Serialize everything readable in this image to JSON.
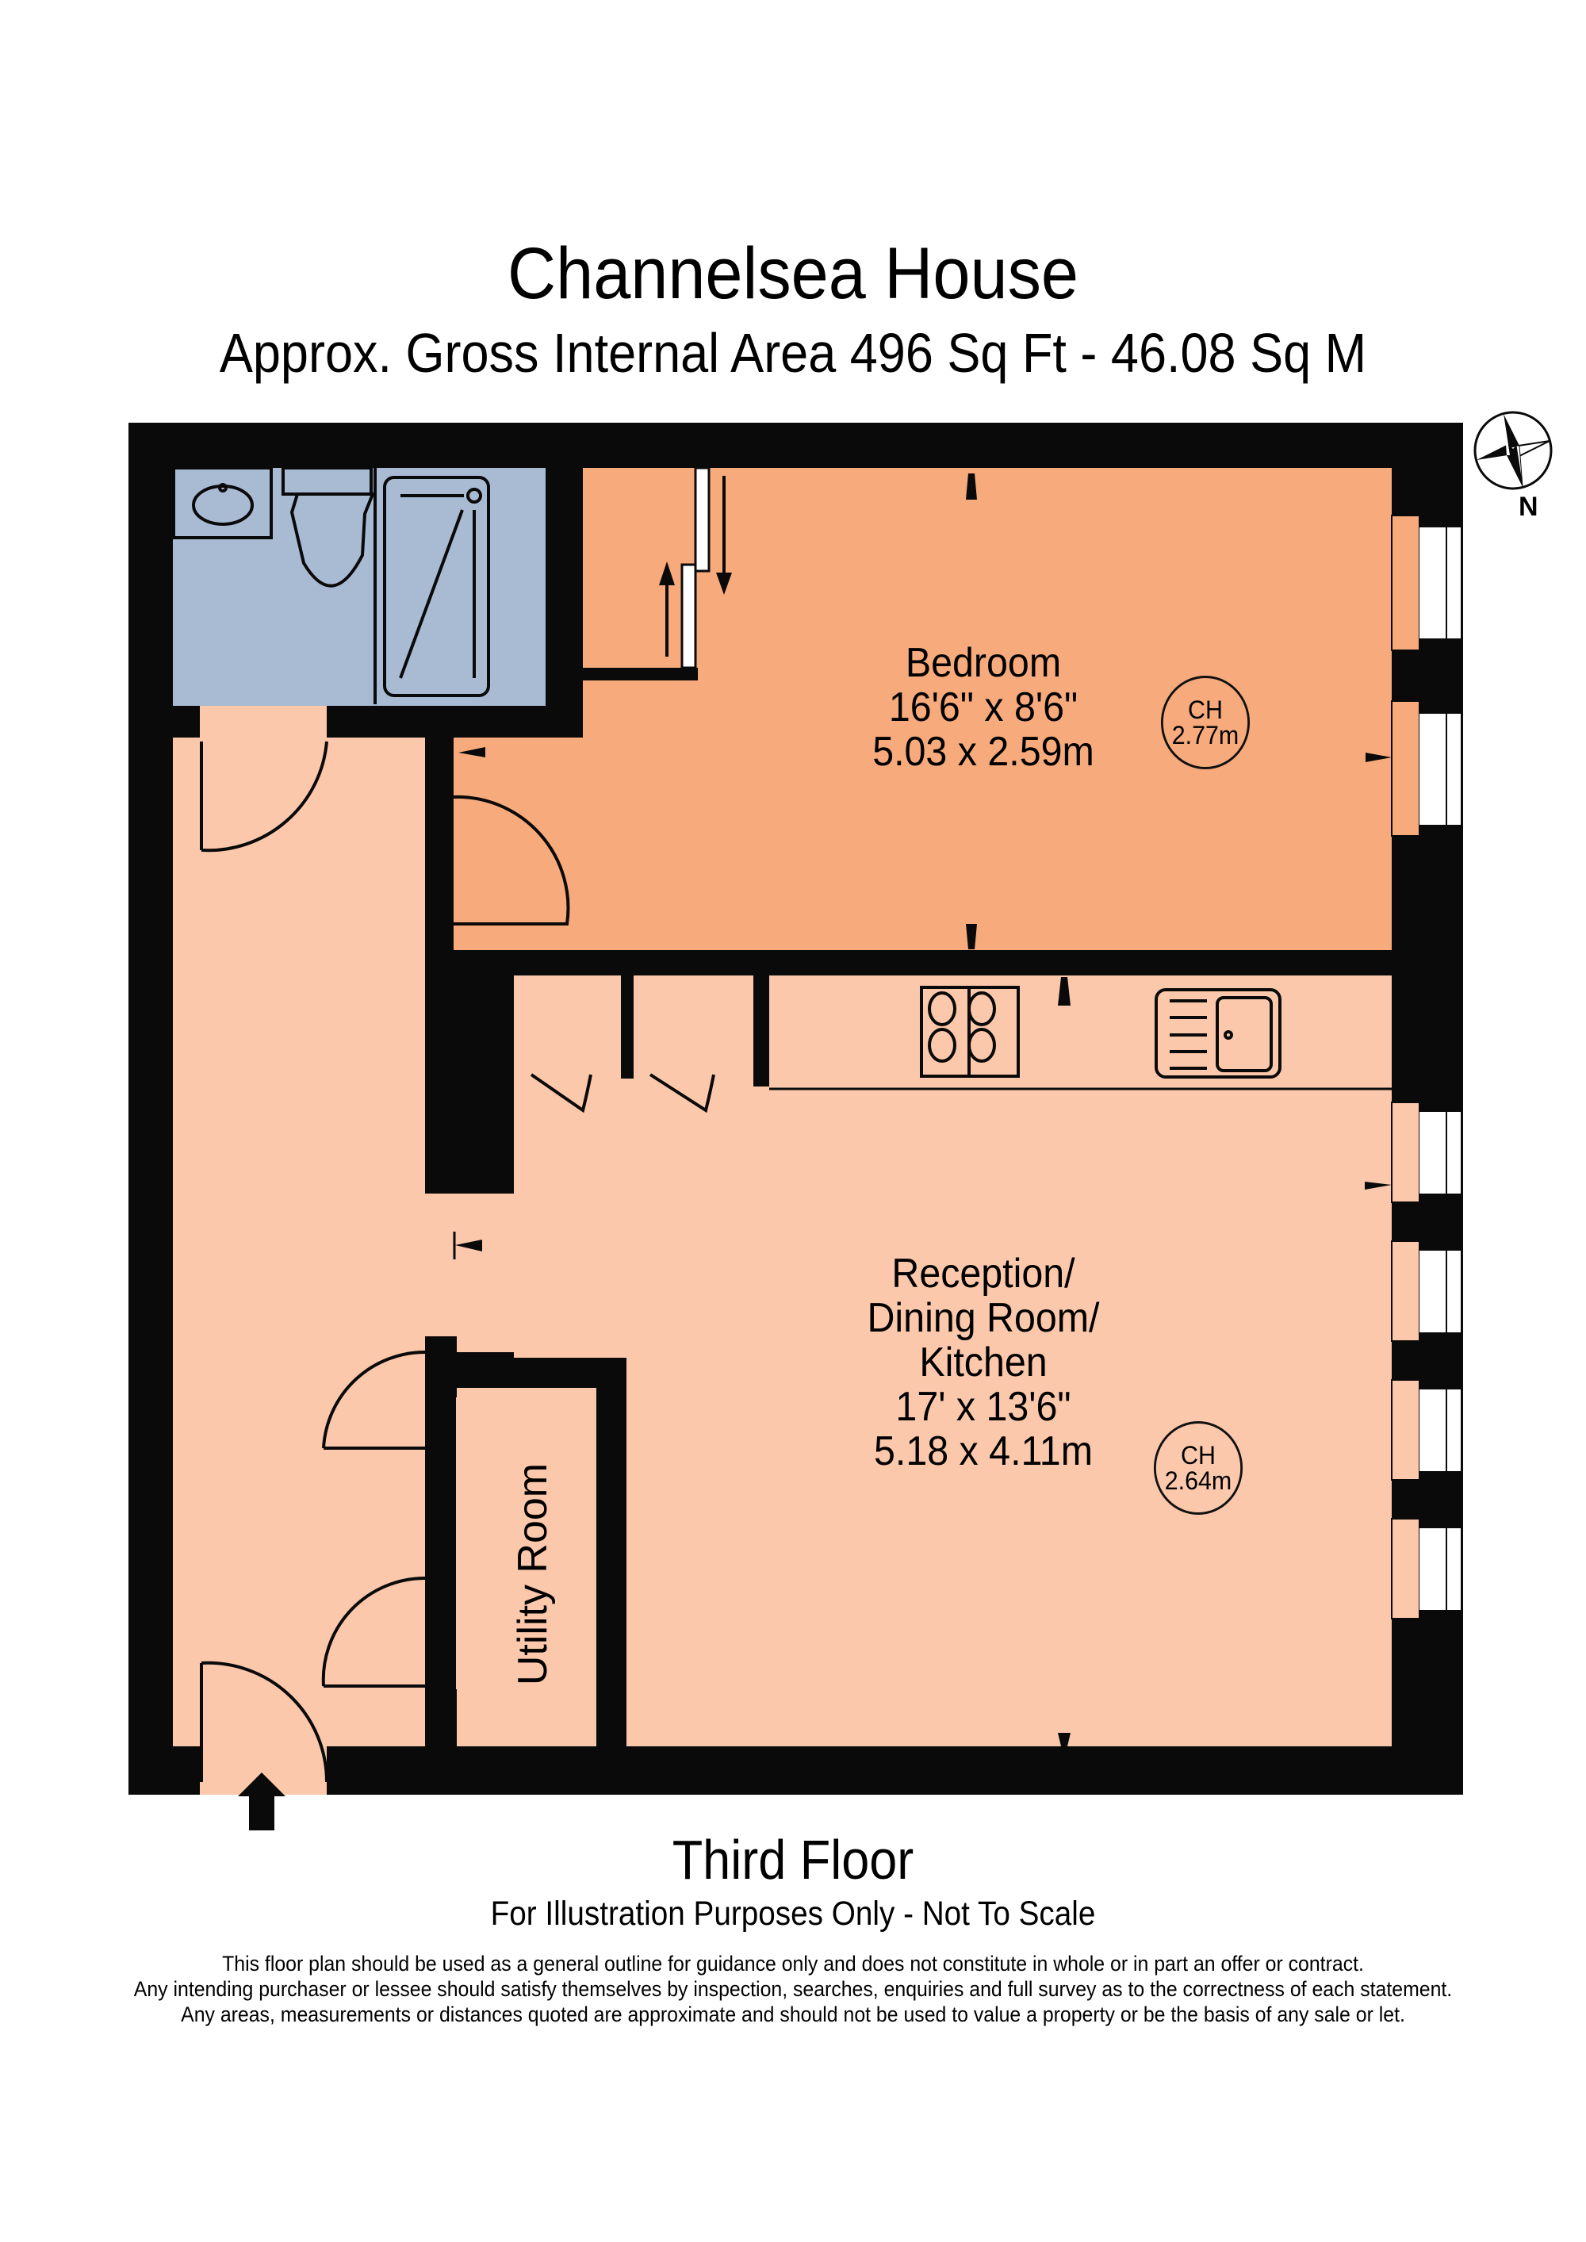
{
  "header": {
    "title": "Channelsea House",
    "subtitle": "Approx. Gross Internal Area   496 Sq Ft  -  46.08 Sq M"
  },
  "compass": {
    "icon": "compass-rose-icon",
    "label": "N"
  },
  "rooms": {
    "bedroom": {
      "name": "Bedroom",
      "imperial": "16'6\" x 8'6\"",
      "metric": "5.03 x 2.59m",
      "ceiling_label": "CH",
      "ceiling_height": "2.77m"
    },
    "reception": {
      "name_line1": "Reception/",
      "name_line2": "Dining Room/",
      "name_line3": "Kitchen",
      "imperial": "17' x 13'6\"",
      "metric": "5.18 x 4.11m",
      "ceiling_label": "CH",
      "ceiling_height": "2.64m"
    },
    "utility": {
      "name": "Utility Room"
    },
    "bathroom": {
      "fixtures": [
        "sink-icon",
        "toilet-icon",
        "shower-tray-icon"
      ]
    },
    "kitchen_fixtures": [
      "hob-icon",
      "sink-drainer-icon"
    ]
  },
  "footer": {
    "floor_name": "Third Floor",
    "note": "For Illustration Purposes Only - Not To Scale",
    "disclaimer": [
      "This floor plan should be used as a general outline for guidance only and does not constitute in whole or in part an offer or contract.",
      "Any intending purchaser or lessee should satisfy themselves by inspection, searches, enquiries and full survey as to the correctness of each statement.",
      "Any areas, measurements or distances quoted are approximate and should not be used to value a property or be the basis of any sale or let."
    ]
  },
  "colors": {
    "wall": "#0a0a0a",
    "bathroom": "#a9bad3",
    "bedroom": "#f7aa7b",
    "living": "#fbc8ab",
    "window": "#ffffff"
  }
}
